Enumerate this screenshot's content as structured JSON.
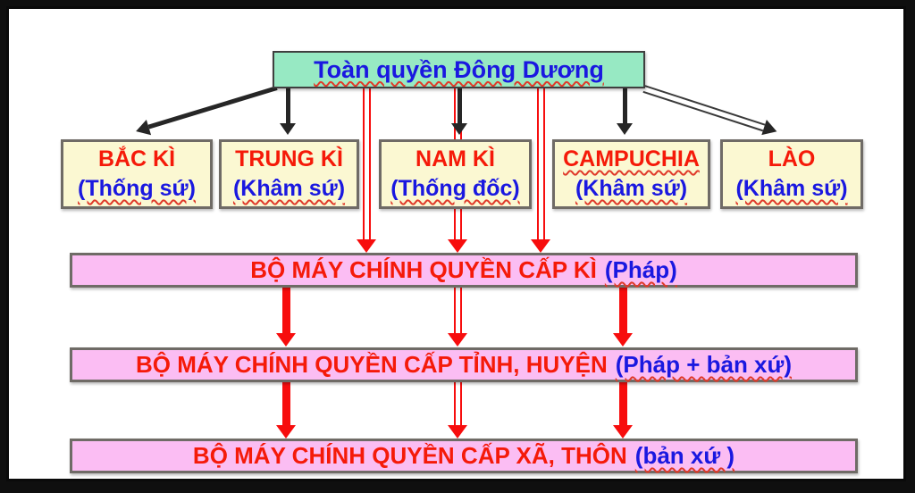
{
  "colors": {
    "frame": "#0f0f0f",
    "canvas_bg": "#ffffff",
    "root_fill": "#97e9c3",
    "region_fill": "#fbf8d2",
    "level_fill": "#fbbdf3",
    "red_text": "#f51a09",
    "blue_text": "#1a18e0",
    "arrow_red": "#f70d0d",
    "arrow_black": "#262626",
    "border_dark": "#3f3f3f",
    "border_gray": "#6f6b66"
  },
  "diagram": {
    "root": {
      "label": "Toàn quyền Đông Dương"
    },
    "regions": [
      {
        "name": "BẮC KÌ",
        "title": "(Thống sứ)"
      },
      {
        "name": "TRUNG KÌ",
        "title": "(Khâm sứ)"
      },
      {
        "name": "NAM KÌ",
        "title": "(Thống đốc)"
      },
      {
        "name": "CAMPUCHIA",
        "title": "(Khâm sứ)"
      },
      {
        "name": "LÀO",
        "title": "(Khâm sứ)"
      }
    ],
    "levels": [
      {
        "title": "BỘ MÁY CHÍNH QUYỀN CẤP KÌ",
        "note": "(Pháp)"
      },
      {
        "title": "BỘ MÁY CHÍNH QUYỀN CẤP TỈNH, HUYỆN",
        "note": "(Pháp + bản xứ)"
      },
      {
        "title": "BỘ MÁY CHÍNH QUYỀN CẤP XÃ, THÔN",
        "note": "(bản xứ )"
      }
    ]
  }
}
